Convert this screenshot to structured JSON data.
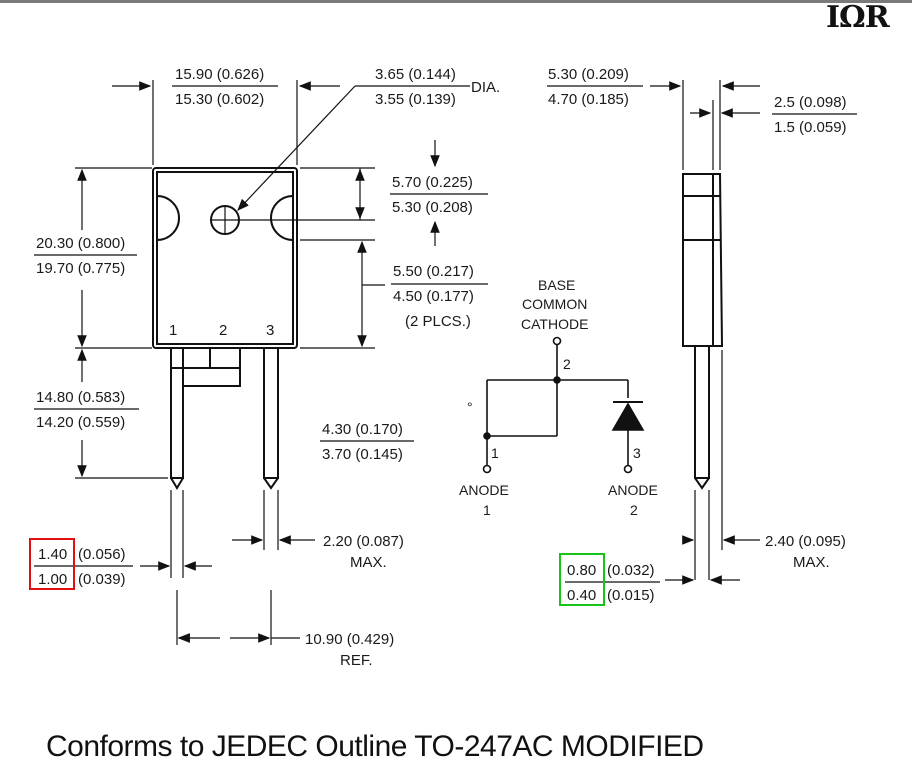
{
  "logo": {
    "text": "IΩR"
  },
  "caption": "Conforms to JEDEC Outline TO-247AC MODIFIED",
  "dimensions": {
    "body_width_max": "15.90 (0.626)",
    "body_width_min": "15.30 (0.602)",
    "hole_dia_max": "3.65 (0.144)",
    "hole_dia_min": "3.55 (0.139)",
    "hole_dia_suffix": "DIA.",
    "thickness_max": "5.30 (0.209)",
    "thickness_min": "4.70 (0.185)",
    "tab_thk_max": "2.5 (0.098)",
    "tab_thk_min": "1.5 (0.059)",
    "hole_pos_max": "5.70 (0.225)",
    "hole_pos_min": "5.30 (0.208)",
    "body_height_max": "20.30 (0.800)",
    "body_height_min": "19.70 (0.775)",
    "notch_max": "5.50 (0.217)",
    "notch_min": "4.50 (0.177)",
    "notch_note": "(2 PLCS.)",
    "lead_len_max": "14.80 (0.583)",
    "lead_len_min": "14.20 (0.559)",
    "shoulder_max": "4.30 (0.170)",
    "shoulder_min": "3.70 (0.145)",
    "lead_w_max_mm": "1.40",
    "lead_w_max_in": "(0.056)",
    "lead_w_min_mm": "1.00",
    "lead_w_min_in": "(0.039)",
    "lead_pitch": "2.20 (0.087)",
    "lead_pitch_note": "MAX.",
    "span": "10.90 (0.429)",
    "span_note": "REF.",
    "lead_t_max_mm": "0.80",
    "lead_t_max_in": "(0.032)",
    "lead_t_min_mm": "0.40",
    "lead_t_min_in": "(0.015)",
    "side_lead": "2.40 (0.095)",
    "side_lead_note": "MAX."
  },
  "schematic": {
    "base_l1": "BASE",
    "base_l2": "COMMON",
    "base_l3": "CATHODE",
    "pin1": "1",
    "pin2": "2",
    "pin3": "3",
    "anode1_l1": "ANODE",
    "anode1_l2": "1",
    "anode2_l1": "ANODE",
    "anode2_l2": "2",
    "dot": "°"
  },
  "pins": {
    "p1": "1",
    "p2": "2",
    "p3": "3"
  },
  "highlights": {
    "red": "#e01010",
    "green": "#18c418"
  }
}
